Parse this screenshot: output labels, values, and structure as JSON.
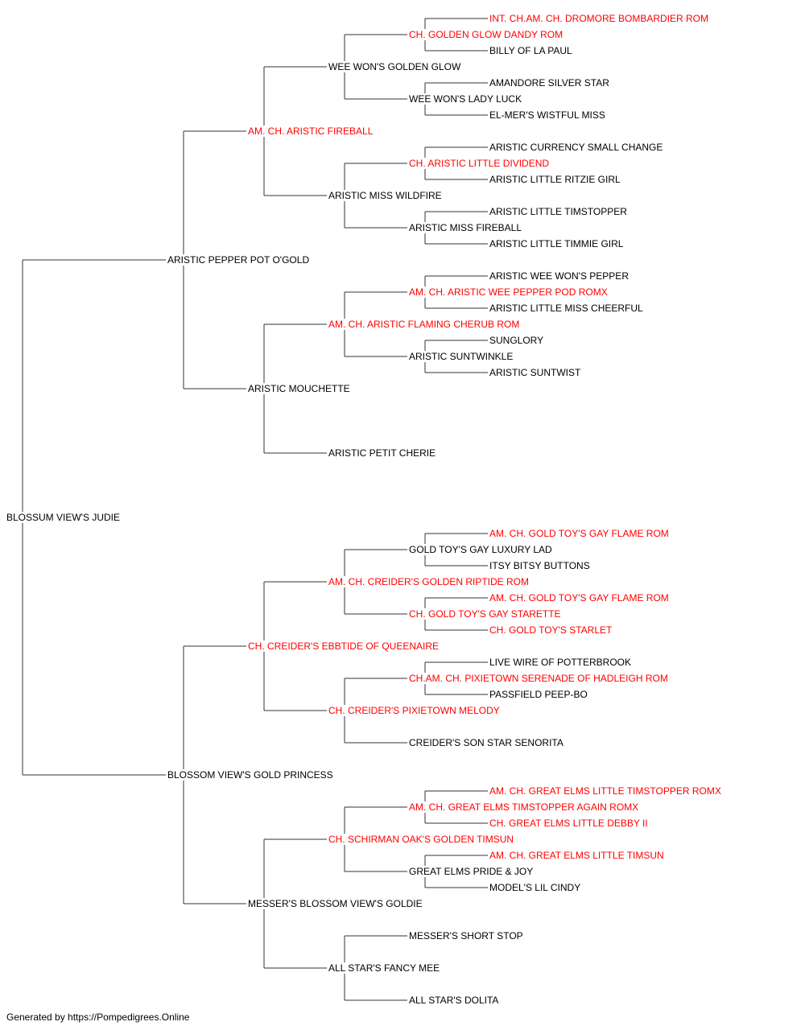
{
  "footer": "Generated by https://Pompedigrees.Online",
  "colors": {
    "champion": "#ff0000",
    "regular": "#000000",
    "line": "#333333"
  },
  "pedigree": {
    "name": "BLOSSUM VIEW'S JUDIE",
    "ch": false,
    "sire": {
      "name": "ARISTIC PEPPER POT O'GOLD",
      "ch": false,
      "sire": {
        "name": "AM. CH. ARISTIC FIREBALL",
        "ch": true,
        "sire": {
          "name": "WEE WON'S GOLDEN GLOW",
          "ch": false,
          "sire": {
            "name": "CH. GOLDEN GLOW DANDY ROM",
            "ch": true,
            "sire": {
              "name": "INT. CH.AM. CH. DROMORE BOMBARDIER ROM",
              "ch": true
            },
            "dam": {
              "name": "BILLY OF LA PAUL",
              "ch": false
            }
          },
          "dam": {
            "name": "WEE WON'S LADY LUCK",
            "ch": false,
            "sire": {
              "name": "AMANDORE SILVER STAR",
              "ch": false
            },
            "dam": {
              "name": "EL-MER'S WISTFUL MISS",
              "ch": false
            }
          }
        },
        "dam": {
          "name": "ARISTIC MISS WILDFIRE",
          "ch": false,
          "sire": {
            "name": "CH. ARISTIC LITTLE DIVIDEND",
            "ch": true,
            "sire": {
              "name": "ARISTIC CURRENCY SMALL CHANGE",
              "ch": false
            },
            "dam": {
              "name": "ARISTIC LITTLE RITZIE GIRL",
              "ch": false
            }
          },
          "dam": {
            "name": "ARISTIC MISS FIREBALL",
            "ch": false,
            "sire": {
              "name": "ARISTIC LITTLE TIMSTOPPER",
              "ch": false
            },
            "dam": {
              "name": "ARISTIC LITTLE TIMMIE GIRL",
              "ch": false
            }
          }
        }
      },
      "dam": {
        "name": "ARISTIC MOUCHETTE",
        "ch": false,
        "sire": {
          "name": "AM. CH. ARISTIC FLAMING CHERUB ROM",
          "ch": true,
          "sire": {
            "name": "AM. CH. ARISTIC WEE PEPPER POD ROMX",
            "ch": true,
            "sire": {
              "name": "ARISTIC WEE WON'S PEPPER",
              "ch": false
            },
            "dam": {
              "name": "ARISTIC LITTLE MISS CHEERFUL",
              "ch": false
            }
          },
          "dam": {
            "name": "ARISTIC SUNTWINKLE",
            "ch": false,
            "sire": {
              "name": "SUNGLORY",
              "ch": false
            },
            "dam": {
              "name": "ARISTIC SUNTWIST",
              "ch": false
            }
          }
        },
        "dam": {
          "name": "ARISTIC PETIT CHERIE",
          "ch": false
        }
      }
    },
    "dam": {
      "name": "BLOSSOM VIEW'S GOLD PRINCESS",
      "ch": false,
      "sire": {
        "name": "CH. CREIDER'S EBBTIDE OF QUEENAIRE",
        "ch": true,
        "sire": {
          "name": "AM. CH. CREIDER'S GOLDEN RIPTIDE ROM",
          "ch": true,
          "sire": {
            "name": "GOLD TOY'S GAY LUXURY LAD",
            "ch": false,
            "sire": {
              "name": "AM. CH. GOLD TOY'S GAY FLAME ROM",
              "ch": true
            },
            "dam": {
              "name": "ITSY BITSY BUTTONS",
              "ch": false
            }
          },
          "dam": {
            "name": "CH. GOLD TOY'S GAY STARETTE",
            "ch": true,
            "sire": {
              "name": "AM. CH. GOLD TOY'S GAY FLAME ROM",
              "ch": true
            },
            "dam": {
              "name": "CH. GOLD TOY'S STARLET",
              "ch": true
            }
          }
        },
        "dam": {
          "name": "CH. CREIDER'S PIXIETOWN MELODY",
          "ch": true,
          "sire": {
            "name": "CH.AM. CH. PIXIETOWN SERENADE OF HADLEIGH ROM",
            "ch": true,
            "sire": {
              "name": "LIVE WIRE OF POTTERBROOK",
              "ch": false
            },
            "dam": {
              "name": "PASSFIELD PEEP-BO",
              "ch": false
            }
          },
          "dam": {
            "name": "CREIDER'S SON STAR SENORITA",
            "ch": false
          }
        }
      },
      "dam": {
        "name": "MESSER'S BLOSSOM VIEW'S GOLDIE",
        "ch": false,
        "sire": {
          "name": "CH. SCHIRMAN OAK'S GOLDEN TIMSUN",
          "ch": true,
          "sire": {
            "name": "AM. CH. GREAT ELMS TIMSTOPPER AGAIN ROMX",
            "ch": true,
            "sire": {
              "name": "AM. CH. GREAT ELMS LITTLE TIMSTOPPER ROMX",
              "ch": true
            },
            "dam": {
              "name": "CH. GREAT ELMS LITTLE DEBBY II",
              "ch": true
            }
          },
          "dam": {
            "name": "GREAT ELMS PRIDE & JOY",
            "ch": false,
            "sire": {
              "name": "AM. CH. GREAT ELMS LITTLE TIMSUN",
              "ch": true
            },
            "dam": {
              "name": "MODEL'S LIL CINDY",
              "ch": false
            }
          }
        },
        "dam": {
          "name": "ALL STAR'S FANCY MEE",
          "ch": false,
          "sire": {
            "name": "MESSER'S SHORT STOP",
            "ch": false
          },
          "dam": {
            "name": "ALL STAR'S DOLITA",
            "ch": false
          }
        }
      }
    }
  }
}
